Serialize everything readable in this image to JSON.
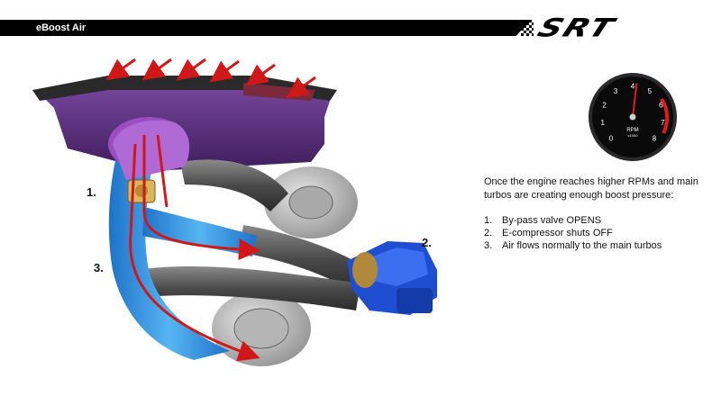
{
  "header": {
    "title": "eBoost Air",
    "brand_logo": "SRT"
  },
  "markers": {
    "one": "1.",
    "two": "2.",
    "three": "3."
  },
  "gauge": {
    "label": "RPM",
    "sublabel": "x1000",
    "ticks": [
      "0",
      "1",
      "2",
      "3",
      "4",
      "5",
      "6",
      "7",
      "8"
    ],
    "needle_value": 4.2
  },
  "description": "Once the engine reaches higher RPMs and main turbos are creating enough boost pressure:",
  "steps": [
    {
      "num": "1.",
      "text": "By-pass valve OPENS"
    },
    {
      "num": "2.",
      "text": "E-compressor shuts OFF"
    },
    {
      "num": "3.",
      "text": "Air flows normally to the main turbos"
    }
  ],
  "colors": {
    "header_bg": "#000000",
    "airbox": "#5a2d7a",
    "intake_pipe": "#3b9be0",
    "e_compressor": "#1f4fd0",
    "flow_arrow": "#d01818",
    "gauge_face": "#0a0a0a",
    "redline": "#e01b1b"
  }
}
